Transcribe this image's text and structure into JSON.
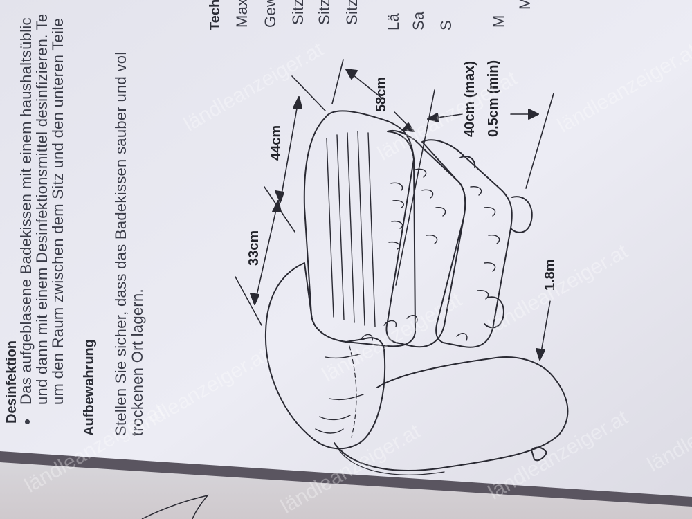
{
  "page": {
    "heading_partial": "Desinfektion",
    "bullet": "•",
    "disinfection_lines": [
      "Das aufgeblasene Badekissen mit einem haushaltsüblic",
      "und dann mit einem Desinfektionsmittel desinfizieren. Te",
      "um den Raum zwischen dem Sitz und den unteren Teile"
    ],
    "storage_heading": "Aufbewahrung",
    "storage_lines": [
      "Stellen Sie sicher, dass das Badekissen sauber und vol",
      "trockenen Ort lagern."
    ],
    "tech_heading": "Tech",
    "tech_items": [
      "Max",
      "Gew",
      "Sitz",
      "Sitz",
      "Sitz",
      "Lä",
      "Sa",
      "S",
      "M",
      "M"
    ]
  },
  "diagram": {
    "labels": {
      "d44": "44cm",
      "d33": "33cm",
      "d58": "58cm",
      "max": "40cm (max)",
      "min": "0.5cm (min)",
      "hose": "1.8m"
    }
  },
  "watermark": "ländleanzeiger.at",
  "colors": {
    "page": "#e9e9f1",
    "line_art": "#2a2a33",
    "text": "#3a3c48",
    "gap_dark": "#5a5560"
  }
}
